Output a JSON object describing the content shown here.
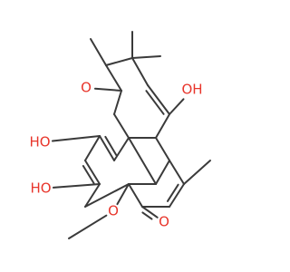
{
  "molecule": {
    "atoms": [
      {
        "id": "o-furan",
        "symbol": "O",
        "color": "#e8352b"
      },
      {
        "id": "oh-top",
        "symbol": "OH",
        "color": "#e8352b"
      },
      {
        "id": "ho-upper",
        "symbol": "HO",
        "color": "#e8352b"
      },
      {
        "id": "ho-lower",
        "symbol": "HO",
        "color": "#e8352b"
      },
      {
        "id": "o-methoxy",
        "symbol": "O",
        "color": "#e8352b"
      },
      {
        "id": "o-ketone",
        "symbol": "O",
        "color": "#e8352b"
      }
    ],
    "bond_color": "#3a3a3a",
    "background": "#ffffff"
  }
}
